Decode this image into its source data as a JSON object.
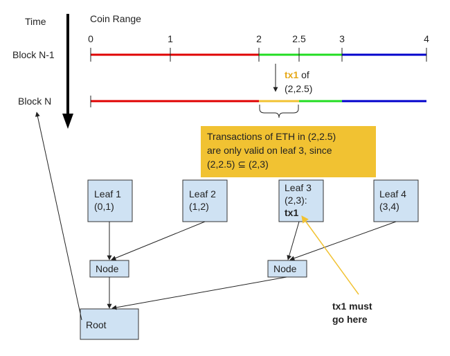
{
  "headers": {
    "time": "Time",
    "coin_range": "Coin Range"
  },
  "rows": {
    "block_prev": "Block N-1",
    "block_cur": "Block N"
  },
  "ticks": [
    "0",
    "1",
    "2",
    "2.5",
    "3",
    "4"
  ],
  "tx_annotation": {
    "tx": "tx1",
    "of": " of",
    "range": "(2,2.5)"
  },
  "note": {
    "line1": "Transactions of ETH in (2,2.5)",
    "line2": "are only valid on leaf 3, since",
    "line3": "(2,2.5) ⊆ (2,3)"
  },
  "leaves": [
    {
      "name": "Leaf 1",
      "range": "(0,1)"
    },
    {
      "name": "Leaf 2",
      "range": "(1,2)"
    },
    {
      "name": "Leaf 3",
      "range": "(2,3):",
      "tx": "tx1"
    },
    {
      "name": "Leaf 4",
      "range": "(3,4)"
    }
  ],
  "nodes": [
    "Node",
    "Node"
  ],
  "root": "Root",
  "callout": {
    "line1": "tx1 must",
    "line2": "go here"
  },
  "colors": {
    "red": "#e00000",
    "green": "#22dd22",
    "blue": "#0000cc",
    "yellow": "#f1c232",
    "tx_text": "#e6a817",
    "leaf_fill": "#cfe2f3"
  }
}
